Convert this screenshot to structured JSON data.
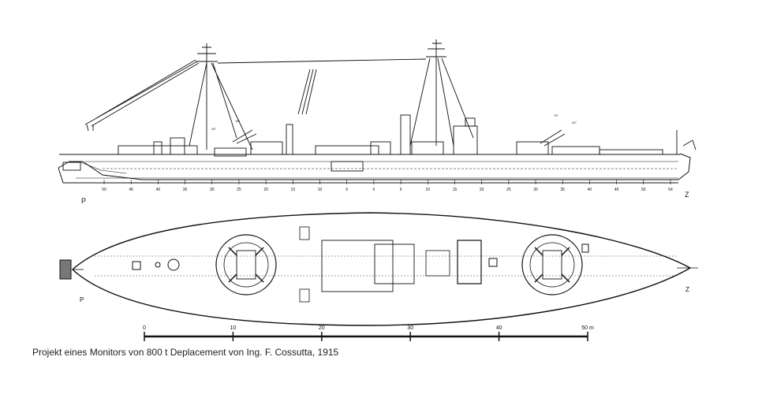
{
  "caption": "Projekt eines Monitors von 800 t Deplacement von Ing. F. Cossutta, 1915",
  "profile": {
    "frame_numbers": [
      "50",
      "45",
      "40",
      "35",
      "30",
      "25",
      "20",
      "15",
      "10",
      "5",
      "0",
      "5",
      "10",
      "15",
      "20",
      "25",
      "30",
      "35",
      "40",
      "45",
      "50",
      "54"
    ],
    "end_marks": {
      "left": "P",
      "right": "Z"
    },
    "gun_angles": [
      "15°",
      "40°",
      "75°",
      "40°"
    ]
  },
  "plan": {
    "end_marks": {
      "left": "P",
      "right": "Z"
    }
  },
  "scale_bar": {
    "ticks": [
      "0",
      "10",
      "20",
      "30",
      "40",
      "50 m"
    ]
  },
  "colors": {
    "ink": "#111111",
    "background": "#ffffff"
  }
}
